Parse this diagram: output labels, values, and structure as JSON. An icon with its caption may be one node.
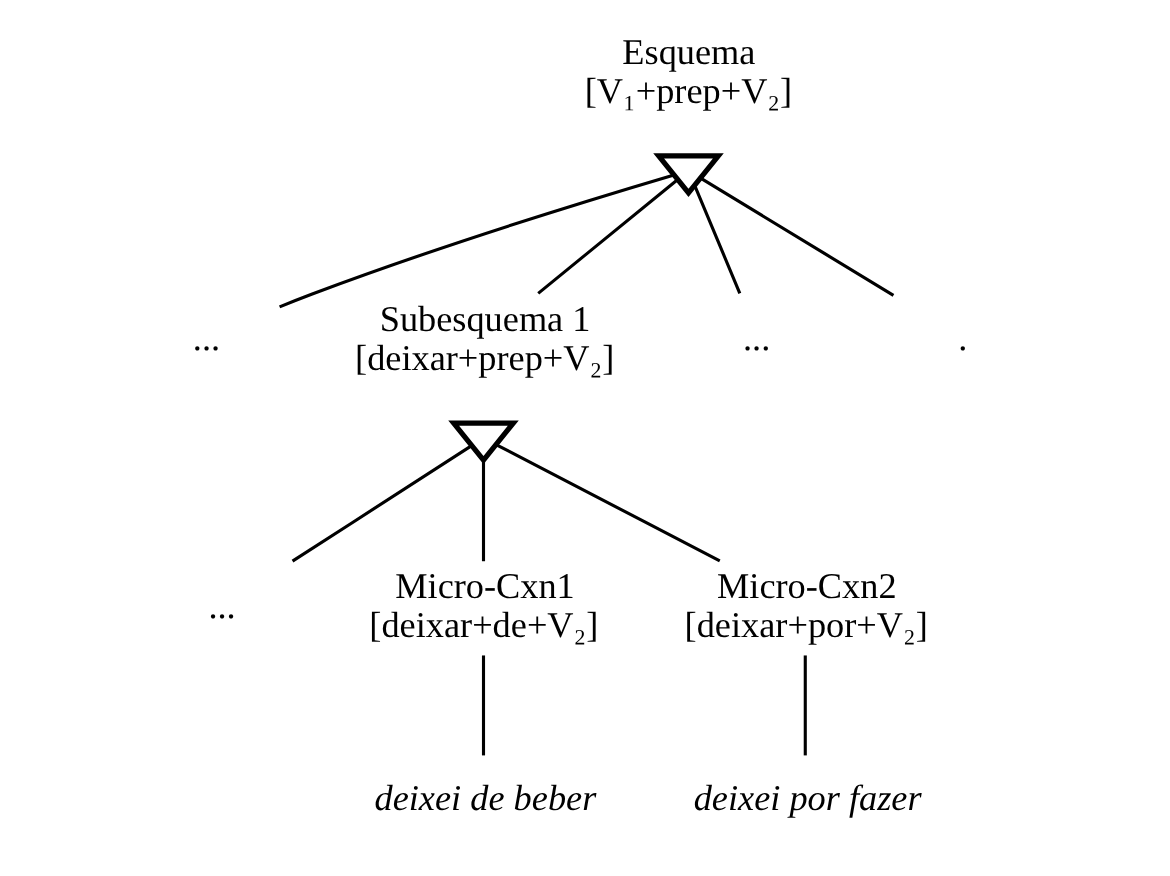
{
  "diagram": {
    "nodes": [
      {
        "text": [
          "Esquema",
          "[V₁+prep+V₂]"
        ]
      },
      {
        "text": [],
        "shape": "triangle"
      },
      {
        "text": [
          "..."
        ]
      },
      {
        "text": [
          "Subesquema 1",
          "[deixar+prep+V₂]"
        ]
      },
      {
        "text": [],
        "shape": "triangle"
      },
      {
        "text": [
          "..."
        ]
      },
      {
        "text": [
          "."
        ]
      },
      {
        "text": [
          "..."
        ]
      },
      {
        "text": [
          "Micro-Cxn1",
          "[deixar+de+V₂]"
        ]
      },
      {
        "text": [
          "Micro-Cxn2",
          "[deixar+por+V₂]"
        ]
      },
      {
        "text": [
          "deixei de beber"
        ]
      },
      {
        "text": [
          "deixei por fazer"
        ]
      }
    ],
    "edges": [
      {
        "from": 1,
        "to": 2,
        "arrow": "none"
      },
      {
        "from": 1,
        "to": 3,
        "arrow": "none"
      },
      {
        "from": 1,
        "to": 5,
        "arrow": "none"
      },
      {
        "from": 1,
        "to": 6,
        "arrow": "none"
      },
      {
        "from": 4,
        "to": 7,
        "arrow": "none"
      },
      {
        "from": 4,
        "to": 8,
        "arrow": "none"
      },
      {
        "from": 4,
        "to": 9,
        "arrow": "none"
      },
      {
        "from": 8,
        "to": 10,
        "arrow": "none"
      },
      {
        "from": 9,
        "to": 11,
        "arrow": "none"
      }
    ]
  }
}
